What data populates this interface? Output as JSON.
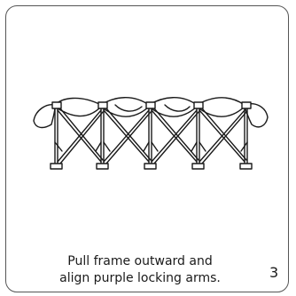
{
  "instruction": {
    "line1": "Pull frame outward and",
    "line2": "align purple locking arms."
  },
  "step_number": "3",
  "colors": {
    "border": "#555555",
    "line_art": "#1a1a1a",
    "text": "#1a1a1a",
    "background": "#ffffff"
  }
}
